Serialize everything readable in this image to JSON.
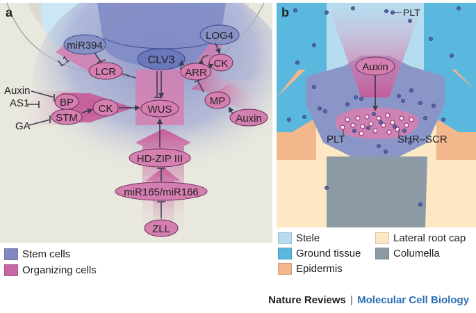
{
  "panel_a": {
    "letter": "a",
    "labels": {
      "miR394": "miR394",
      "LOG4": "LOG4",
      "L1": "L1",
      "CLV3": "CLV3",
      "LCR": "LCR",
      "CK_top": "CK",
      "ARR": "ARR",
      "Auxin_left": "Auxin",
      "AS1": "AS1",
      "BP": "BP",
      "STM": "STM",
      "GA": "GA",
      "CK_mid": "CK",
      "WUS": "WUS",
      "MP": "MP",
      "Auxin_right": "Auxin",
      "HDZIP": "HD-ZIP III",
      "miR165": "miR165/miR166",
      "ZLL": "ZLL"
    },
    "legend": [
      {
        "label": "Stem cells",
        "color": "#8189c0"
      },
      {
        "label": "Organizing cells",
        "color": "#c76aa3"
      }
    ]
  },
  "panel_b": {
    "letter": "b",
    "labels": {
      "PLT_top": "PLT",
      "Auxin": "Auxin",
      "PLT": "PLT",
      "SHR_SCR": "SHR–SCR"
    },
    "legend": [
      {
        "label": "Stele",
        "color": "#b5ddef"
      },
      {
        "label": "Ground tissue",
        "color": "#5ab7de"
      },
      {
        "label": "Epidermis",
        "color": "#f2b78a"
      },
      {
        "label": "Lateral root cap",
        "color": "#fde7c4"
      },
      {
        "label": "Columella",
        "color": "#8c9aa5"
      }
    ]
  },
  "credit": {
    "journal": "Nature Reviews",
    "separator": "|",
    "section": "Molecular Cell Biology"
  }
}
